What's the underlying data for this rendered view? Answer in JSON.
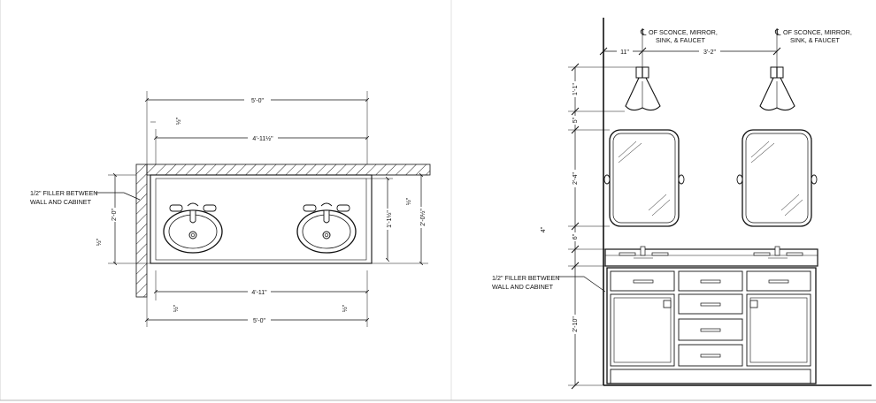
{
  "plan": {
    "dims": {
      "top_overall": "5'-0\"",
      "top_inner": "4'-11½\"",
      "top_side": "½\"",
      "left_depth": "2'-0\"",
      "left_small": "½\"",
      "right_sink": "1'-1½\"",
      "right_depth": "2'-0½\"",
      "right_small": "½\"",
      "bottom_inner": "4'-11\"",
      "bottom_overall": "5'-0\"",
      "bottom_left_small": "½\"",
      "bottom_right_small": "½\""
    },
    "note": [
      "1/2\" FILLER BETWEEN",
      "WALL AND CABINET"
    ]
  },
  "elevation": {
    "centerline_notes": {
      "left": [
        "OF SCONCE, MIRROR,",
        "SINK, & FAUCET"
      ],
      "right": [
        "OF SCONCE, MIRROR,",
        "SINK, & FAUCET"
      ]
    },
    "cl_symbol": "℄",
    "dims": {
      "wall_to_cl": "11\"",
      "cl_to_cl": "3'-2\"",
      "sconce_height": "1'-1\"",
      "sconce_to_mirror": "5\"",
      "mirror_height": "2'-4\"",
      "mirror_to_top": "6\"",
      "countertop": "4\"",
      "cabinet_height": "2'-10\""
    },
    "note": [
      "1/2\" FILLER BETWEEN",
      "WALL AND CABINET"
    ]
  }
}
